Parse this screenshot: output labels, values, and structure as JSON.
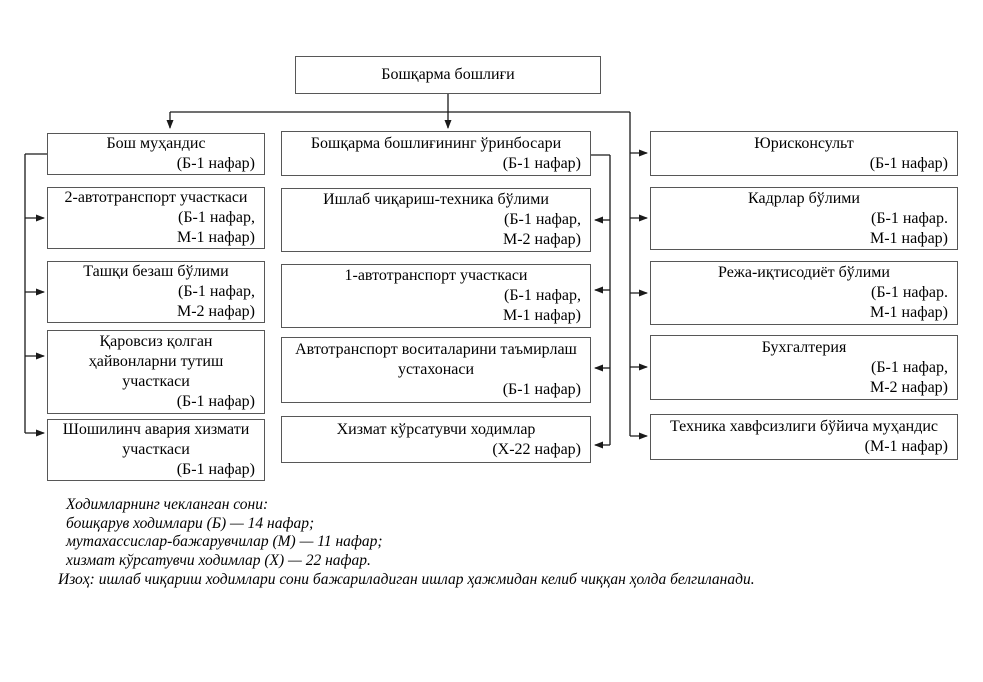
{
  "root_box": {
    "label": "Бошқарма бошлиғи"
  },
  "left_column": [
    {
      "title": "Бош муҳандис",
      "staff": [
        "(Б-1 нафар)"
      ]
    },
    {
      "title": "2-автотранспорт участкаси",
      "staff": [
        "(Б-1 нафар,",
        "М-1 нафар)"
      ]
    },
    {
      "title": "Ташқи безаш бўлими",
      "staff": [
        "(Б-1 нафар,",
        "М-2 нафар)"
      ]
    },
    {
      "title": "Қаровсиз қолган ҳайвонларни тутиш участкаси",
      "staff": [
        "(Б-1 нафар)"
      ]
    },
    {
      "title": "Шошилинч авария хизмати участкаси",
      "staff": [
        "(Б-1 нафар)"
      ]
    }
  ],
  "middle_column": [
    {
      "title": "Бошқарма бошлиғининг ўринбосари",
      "staff": [
        "(Б-1 нафар)"
      ]
    },
    {
      "title": "Ишлаб чиқариш-техника бўлими",
      "staff": [
        "(Б-1 нафар,",
        "М-2 нафар)"
      ]
    },
    {
      "title": "1-автотранспорт участкаси",
      "staff": [
        "(Б-1 нафар,",
        "М-1 нафар)"
      ]
    },
    {
      "title": "Автотранспорт воситаларини таъмирлаш устахонаси",
      "staff": [
        "(Б-1 нафар)"
      ]
    },
    {
      "title": "Хизмат кўрсатувчи ходимлар",
      "staff": [
        "(Х-22 нафар)"
      ]
    }
  ],
  "right_column": [
    {
      "title": "Юрисконсульт",
      "staff": [
        "(Б-1 нафар)"
      ]
    },
    {
      "title": "Кадрлар бўлими",
      "staff": [
        "(Б-1 нафар.",
        "М-1 нафар)"
      ]
    },
    {
      "title": "Режа-иқтисодиёт бўлими",
      "staff": [
        "(Б-1 нафар.",
        "М-1 нафар)"
      ]
    },
    {
      "title": "Бухгалтерия",
      "staff": [
        "(Б-1 нафар,",
        "М-2 нафар)"
      ]
    },
    {
      "title": "Техника хавфсизлиги бўйича муҳандис",
      "staff": [
        "(М-1 нафар)"
      ]
    }
  ],
  "notes": {
    "lines": [
      "Ходимларнинг чекланган сони:",
      "бошқарув ходимлари (Б) — 14 нафар;",
      "мутахассислар-бажарувчилар (М) — 11 нафар;",
      "хизмат кўрсатувчи ходимлар (Х) — 22 нафар."
    ],
    "footnote": "Изоҳ: ишлаб чиқариш ходимлари сони бажариладиган ишлар ҳажмидан келиб чиққан ҳолда белгиланади."
  },
  "colors": {
    "background": "#ffffff",
    "box_border": "#575757",
    "line": "#1a1a1a",
    "text": "#000000"
  }
}
